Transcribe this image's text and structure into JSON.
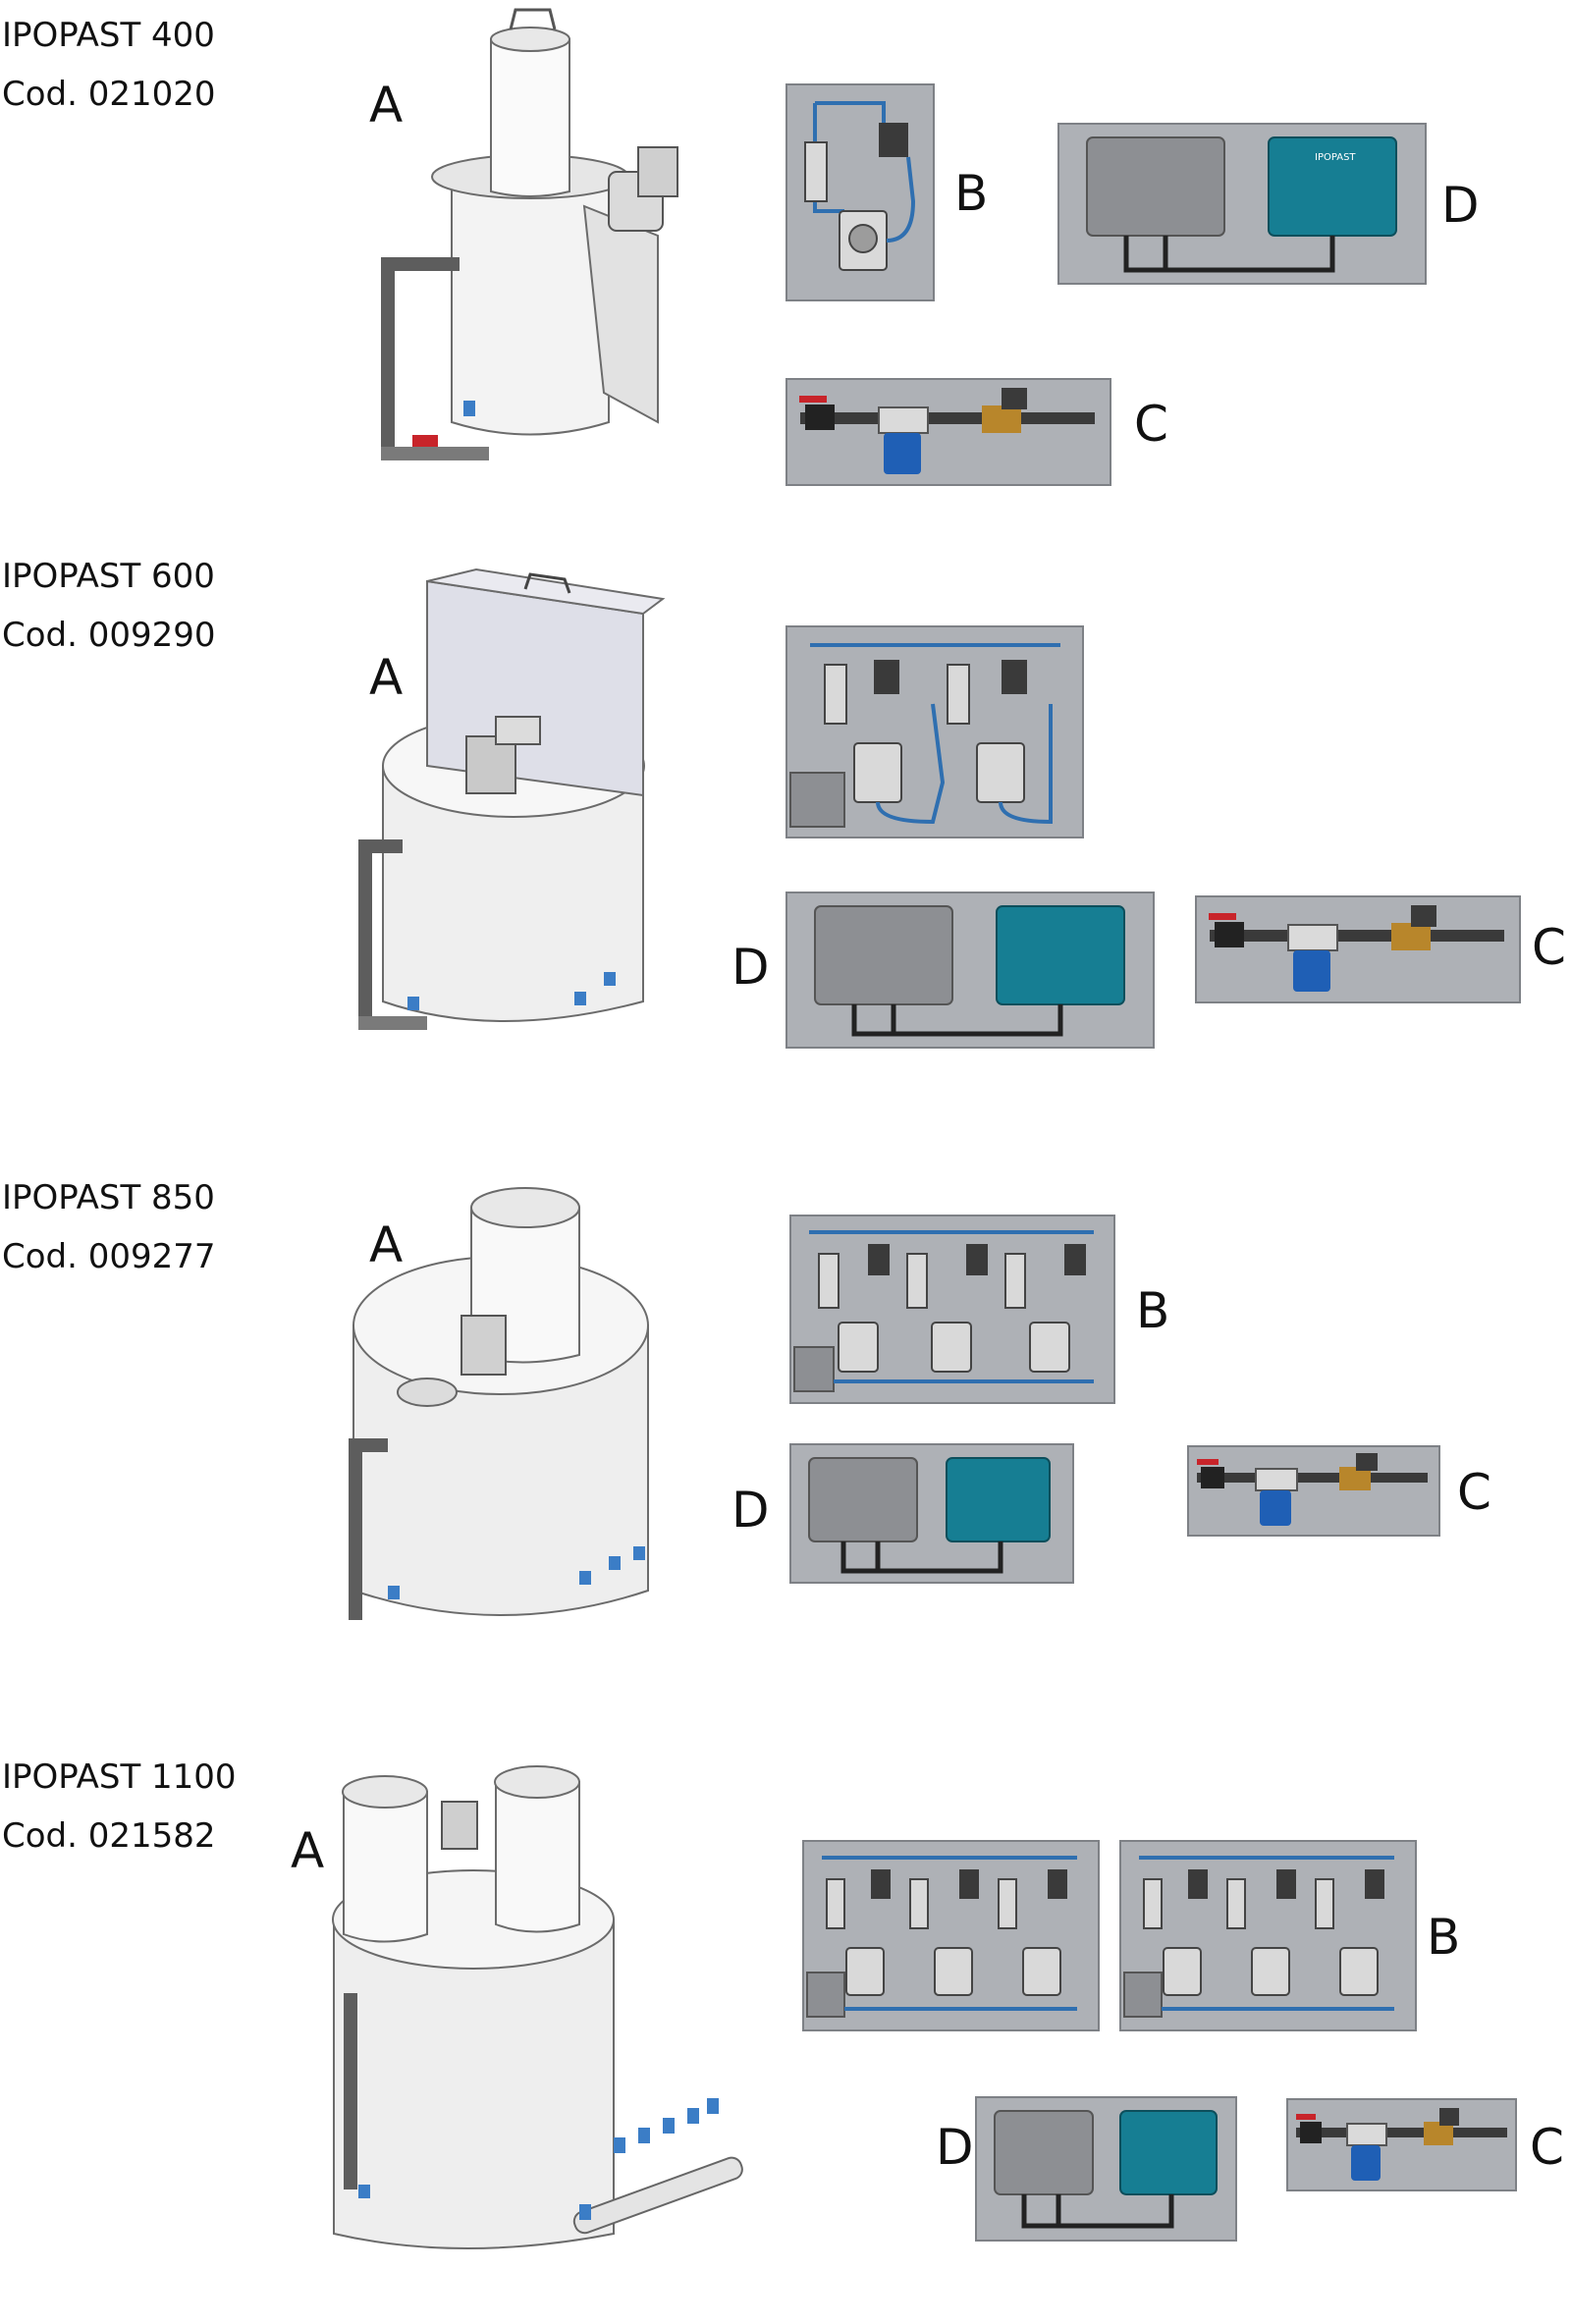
{
  "models": [
    {
      "name": "IPOPAST 400",
      "code": "Cod. 021020"
    },
    {
      "name": "IPOPAST 600",
      "code": "Cod. 009290"
    },
    {
      "name": "IPOPAST 850",
      "code": "Cod. 009277"
    },
    {
      "name": "IPOPAST 1100",
      "code": "Cod. 021582"
    }
  ],
  "labels": {
    "a": "A",
    "b": "B",
    "c": "C",
    "d": "D"
  },
  "panel_brand": "IPOPAST",
  "colors": {
    "panel": "#aeb1b6",
    "tank": "#f1f1f1",
    "box": "#8d8f93",
    "controller": "#167e93",
    "hose": "#2f6fb0",
    "filter": "#1f5fb5",
    "valve_red": "#c8242a",
    "brass": "#b8862b"
  }
}
